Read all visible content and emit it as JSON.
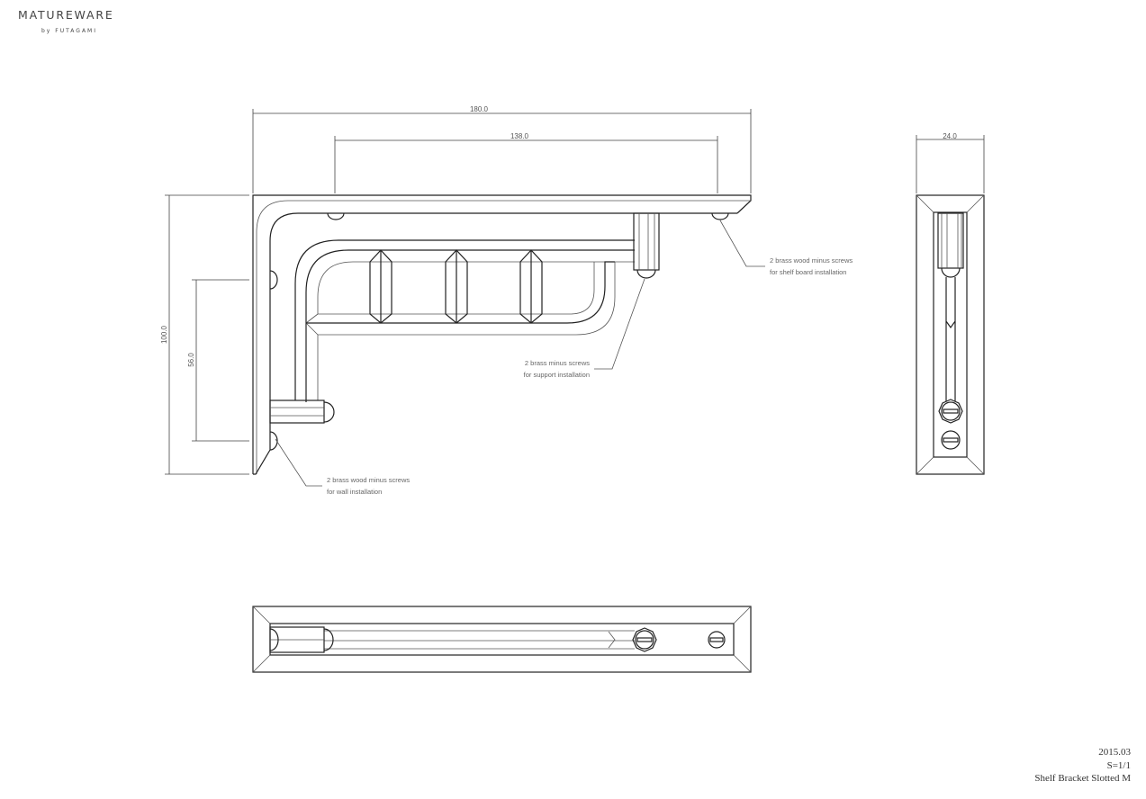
{
  "brand": {
    "name": "MATUREWARE",
    "sub": "by FUTAGAMI"
  },
  "dimensions": {
    "overall_length": "180.0",
    "screw_span": "138.0",
    "width": "24.0",
    "overall_height": "100.0",
    "wall_screw_span": "56.0"
  },
  "notes": {
    "shelf": {
      "line1": "2 brass wood minus screws",
      "line2": "for shelf board installation"
    },
    "support": {
      "line1": "2 brass minus screws",
      "line2": "for support installation"
    },
    "wall": {
      "line1": "2 brass wood minus screws",
      "line2": "for wall installation"
    }
  },
  "title_block": {
    "date": "2015.03",
    "scale": "S=1/1",
    "product": "Shelf Bracket Slotted M"
  }
}
